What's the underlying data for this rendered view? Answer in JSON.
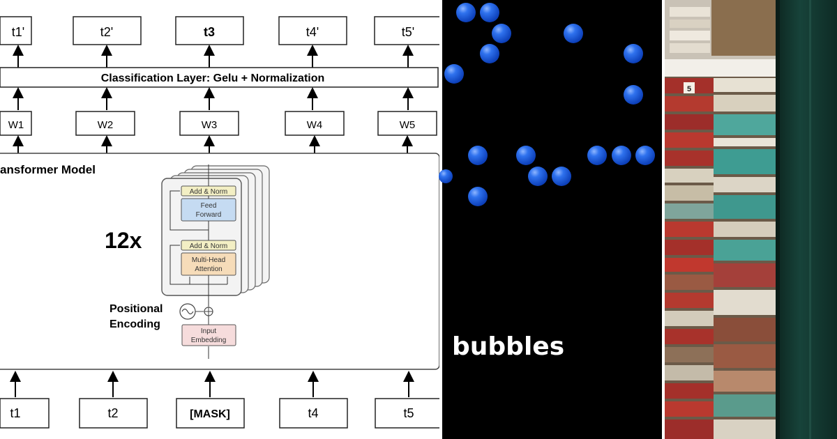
{
  "diagram": {
    "outputs": [
      "t1'",
      "t2'",
      "t3",
      "t4'",
      "t5'"
    ],
    "classification_layer": "Classification Layer: Gelu + Normalization",
    "weights": [
      "W1",
      "W2",
      "W3",
      "W4",
      "W5"
    ],
    "transformer_title": "ansformer Model",
    "repeat": "12x",
    "block": {
      "add_norm_top": "Add & Norm",
      "feed_forward_line1": "Feed",
      "feed_forward_line2": "Forward",
      "add_norm_bottom": "Add & Norm",
      "attention_line1": "Multi-Head",
      "attention_line2": "Attention"
    },
    "positional_line1": "Positional",
    "positional_line2": "Encoding",
    "embedding_line1": "Input",
    "embedding_line2": "Embedding",
    "inputs": [
      "t1",
      "t2",
      "[MASK]",
      "t4",
      "t5"
    ]
  },
  "bubbles_panel": {
    "label": "bubbles",
    "bubble_color": "#1f5fe0",
    "background": "#000000"
  },
  "books_panel": {
    "visible_label": "5"
  }
}
